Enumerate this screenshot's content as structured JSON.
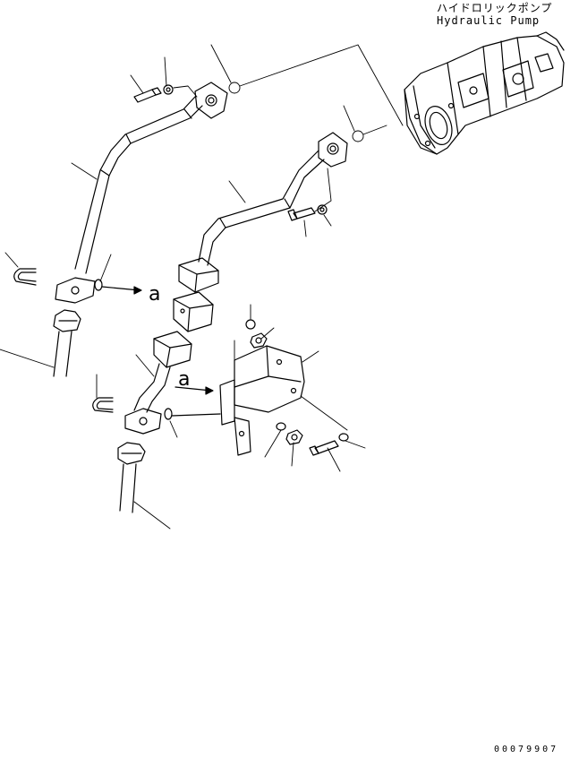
{
  "header": {
    "component_name_jp": "ハイドロリックポンプ",
    "component_name_en": "Hydraulic Pump"
  },
  "reference_marks": [
    "a",
    "a"
  ],
  "drawing_number": "00079907",
  "colors": {
    "line": "#000000",
    "background": "#ffffff"
  }
}
